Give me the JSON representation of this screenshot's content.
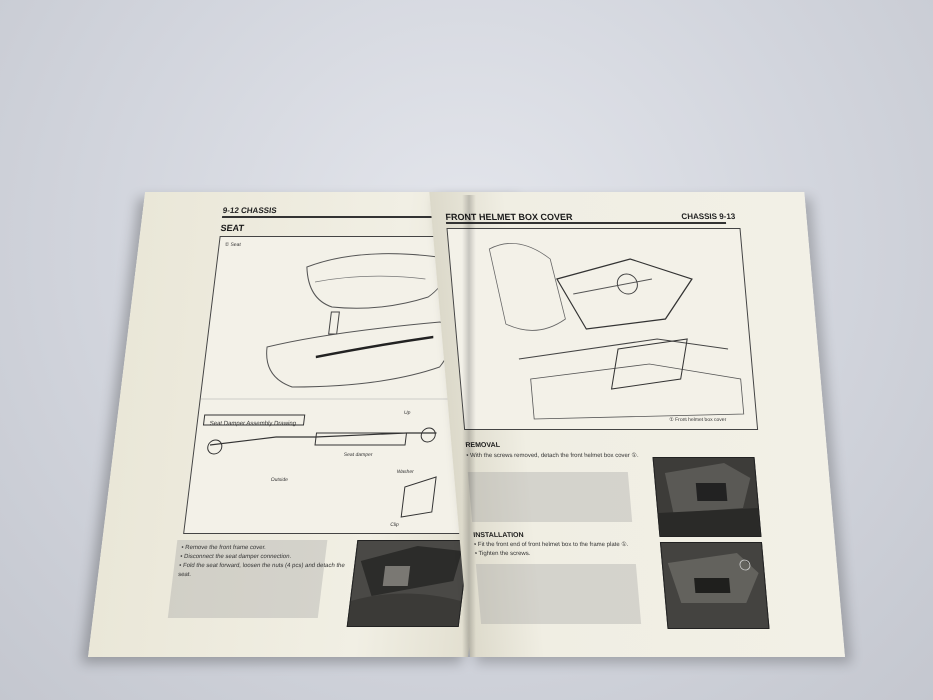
{
  "left_page": {
    "header": "9-12 CHASSIS",
    "title": "SEAT",
    "diagram_label": "① Seat",
    "assembly_label": "Seat Damper Assembly Drawing",
    "callouts": [
      "Seat damper",
      "Up",
      "Outside",
      "Washer",
      "Clip"
    ],
    "instructions": [
      "• Remove the front frame cover.",
      "• Disconnect the seat damper connection.",
      "• Fold the seat forward, loosen the nuts (4 pcs) and detach the seat."
    ]
  },
  "right_page": {
    "header": "CHASSIS 9-13",
    "title": "FRONT HELMET BOX COVER",
    "diagram_callout": "① Front helmet box cover",
    "removal": {
      "heading": "REMOVAL",
      "text": "• With the screws removed, detach the front helmet box cover ①."
    },
    "installation": {
      "heading": "INSTALLATION",
      "steps": [
        "• Fit the front end of front helmet box to the frame plate ①.",
        "• Tighten the screws."
      ]
    }
  }
}
